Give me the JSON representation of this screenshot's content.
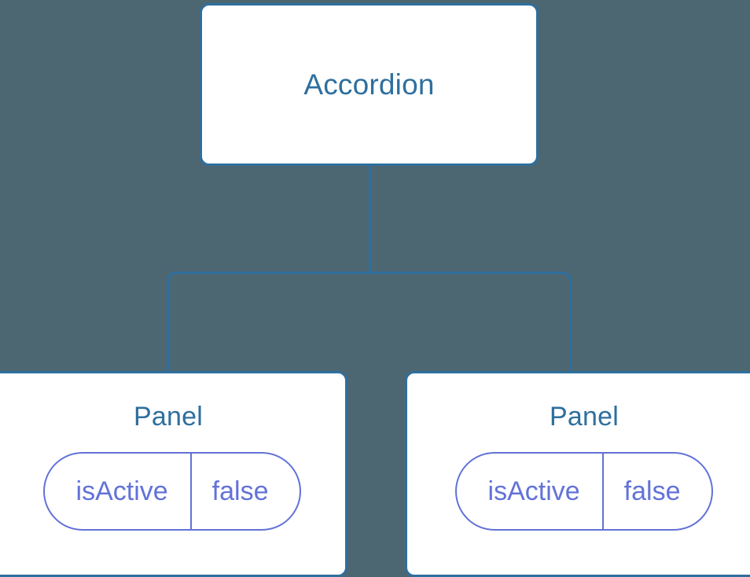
{
  "diagram": {
    "type": "component-tree",
    "background_color": "#4c6672",
    "node_border_color": "#2e6f9e",
    "node_fill_color": "#ffffff",
    "node_text_color": "#2e6f9e",
    "prop_color": "#6272d8",
    "connector_color": "#2e6f9e"
  },
  "root": {
    "label": "Accordion"
  },
  "children": [
    {
      "label": "Panel",
      "prop": {
        "key": "isActive",
        "value": "false"
      }
    },
    {
      "label": "Panel",
      "prop": {
        "key": "isActive",
        "value": "false"
      }
    }
  ]
}
